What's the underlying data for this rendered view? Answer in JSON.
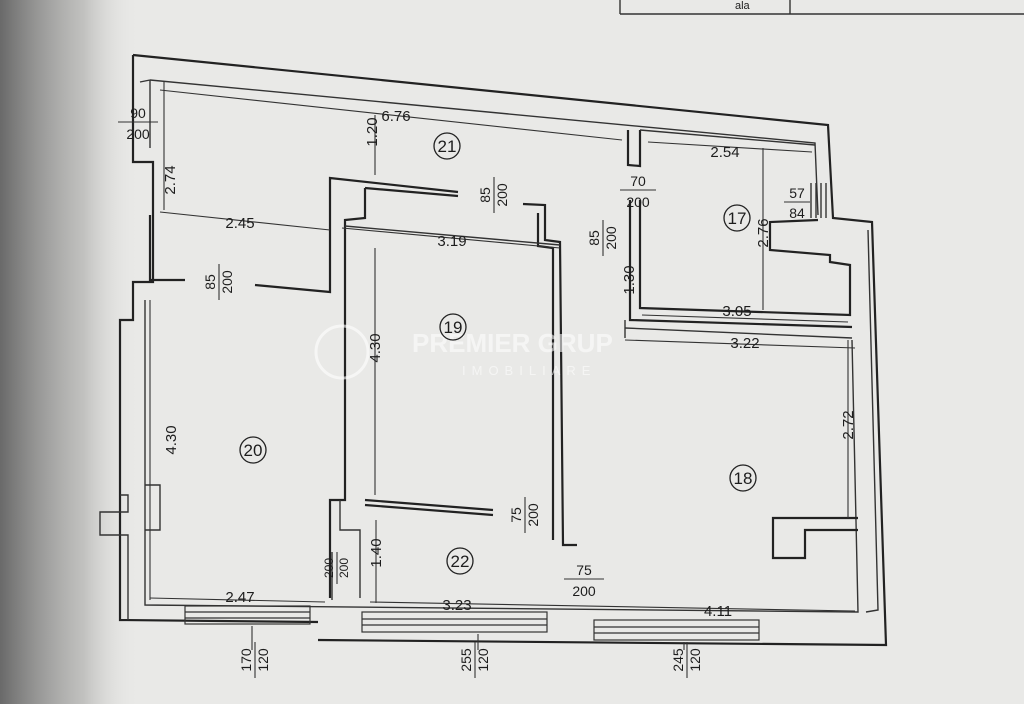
{
  "header_fragment": "ala",
  "watermark": {
    "line1": "PREMIER GRUP",
    "line2": "IMOBILIARE"
  },
  "rooms": [
    {
      "id": "17",
      "label": "17"
    },
    {
      "id": "18",
      "label": "18"
    },
    {
      "id": "19",
      "label": "19"
    },
    {
      "id": "20",
      "label": "20"
    },
    {
      "id": "21",
      "label": "21"
    },
    {
      "id": "22",
      "label": "22"
    }
  ],
  "dimensions": {
    "corridor_length": "6.76",
    "corridor_width": "1.20",
    "room17_length": "2.54",
    "room17_width": "2.76",
    "room17_bottom": "3.05",
    "room17_side": "1.30",
    "room20_top": "2.45",
    "room20_height_upper": "2.74",
    "room20_height": "4.30",
    "room20_bottom": "2.47",
    "room19_width": "3.19",
    "room19_height": "4.30",
    "room22_width": "3.23",
    "room22_height": "1.40",
    "room18_width": "3.22",
    "room18_height": "2.72",
    "room18_bottom": "4.11"
  },
  "openings": {
    "d_90_200": {
      "num": "90",
      "den": "200"
    },
    "d_85_200_top": {
      "num": "85",
      "den": "200"
    },
    "d_70_200": {
      "num": "70",
      "den": "200"
    },
    "d_57_84": {
      "num": "57",
      "den": "84"
    },
    "d_85_200_right": {
      "num": "85",
      "den": "200"
    },
    "d_85_200_left": {
      "num": "85",
      "den": "200"
    },
    "d_75_200_mid": {
      "num": "75",
      "den": "200"
    },
    "d_200_200": {
      "num": "200",
      "den": "200"
    },
    "d_75_200_bottom": {
      "num": "75",
      "den": "200"
    },
    "w_170_120": {
      "num": "170",
      "den": "120"
    },
    "w_255_120": {
      "num": "255",
      "den": "120"
    },
    "w_245_120": {
      "num": "245",
      "den": "120"
    }
  }
}
